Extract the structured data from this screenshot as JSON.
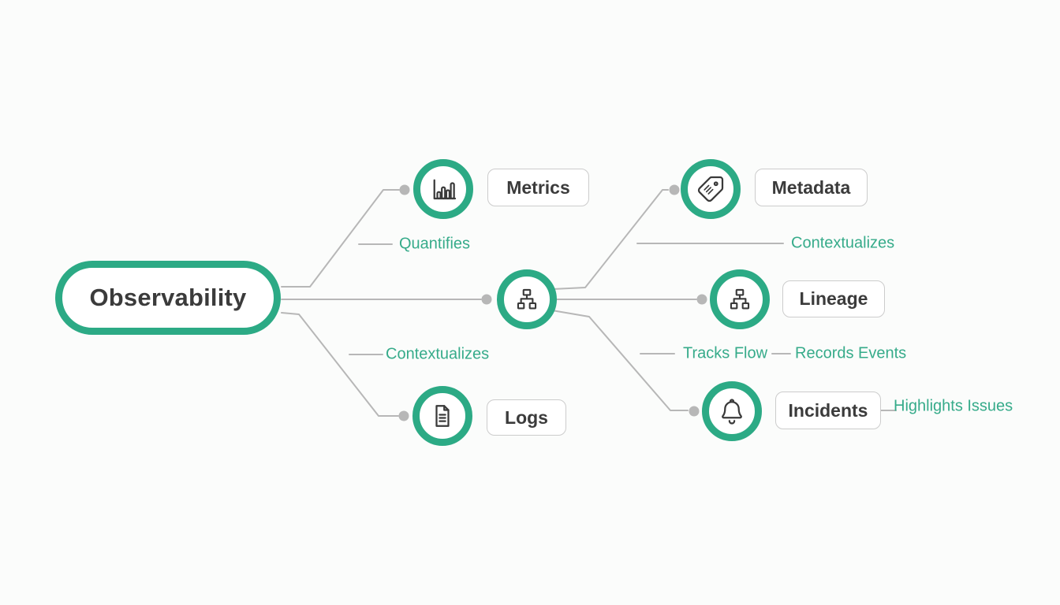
{
  "diagram": {
    "root": {
      "label": "Observability"
    },
    "nodes": {
      "metrics": {
        "label": "Metrics",
        "icon": "bar-chart-icon"
      },
      "logs": {
        "label": "Logs",
        "icon": "document-icon"
      },
      "hub": {
        "icon": "sitemap-icon"
      },
      "metadata": {
        "label": "Metadata",
        "icon": "tag-icon"
      },
      "lineage": {
        "label": "Lineage",
        "icon": "sitemap-icon"
      },
      "incidents": {
        "label": "Incidents",
        "icon": "bell-icon"
      }
    },
    "edge_labels": {
      "quantifies": "Quantifies",
      "contextualizes_left": "Contextualizes",
      "contextualizes_right": "Contextualizes",
      "tracks_flow": "Tracks Flow",
      "records_events": "Records Events",
      "highlights_issues": "Highlights Issues"
    },
    "colors": {
      "accent_green": "#2caa85",
      "edge_label_green": "#36ab8a",
      "connector_gray": "#b7b7b7",
      "box_border_gray": "#cccccc",
      "text_dark": "#3b3b3b",
      "background": "#fbfcfb"
    }
  }
}
